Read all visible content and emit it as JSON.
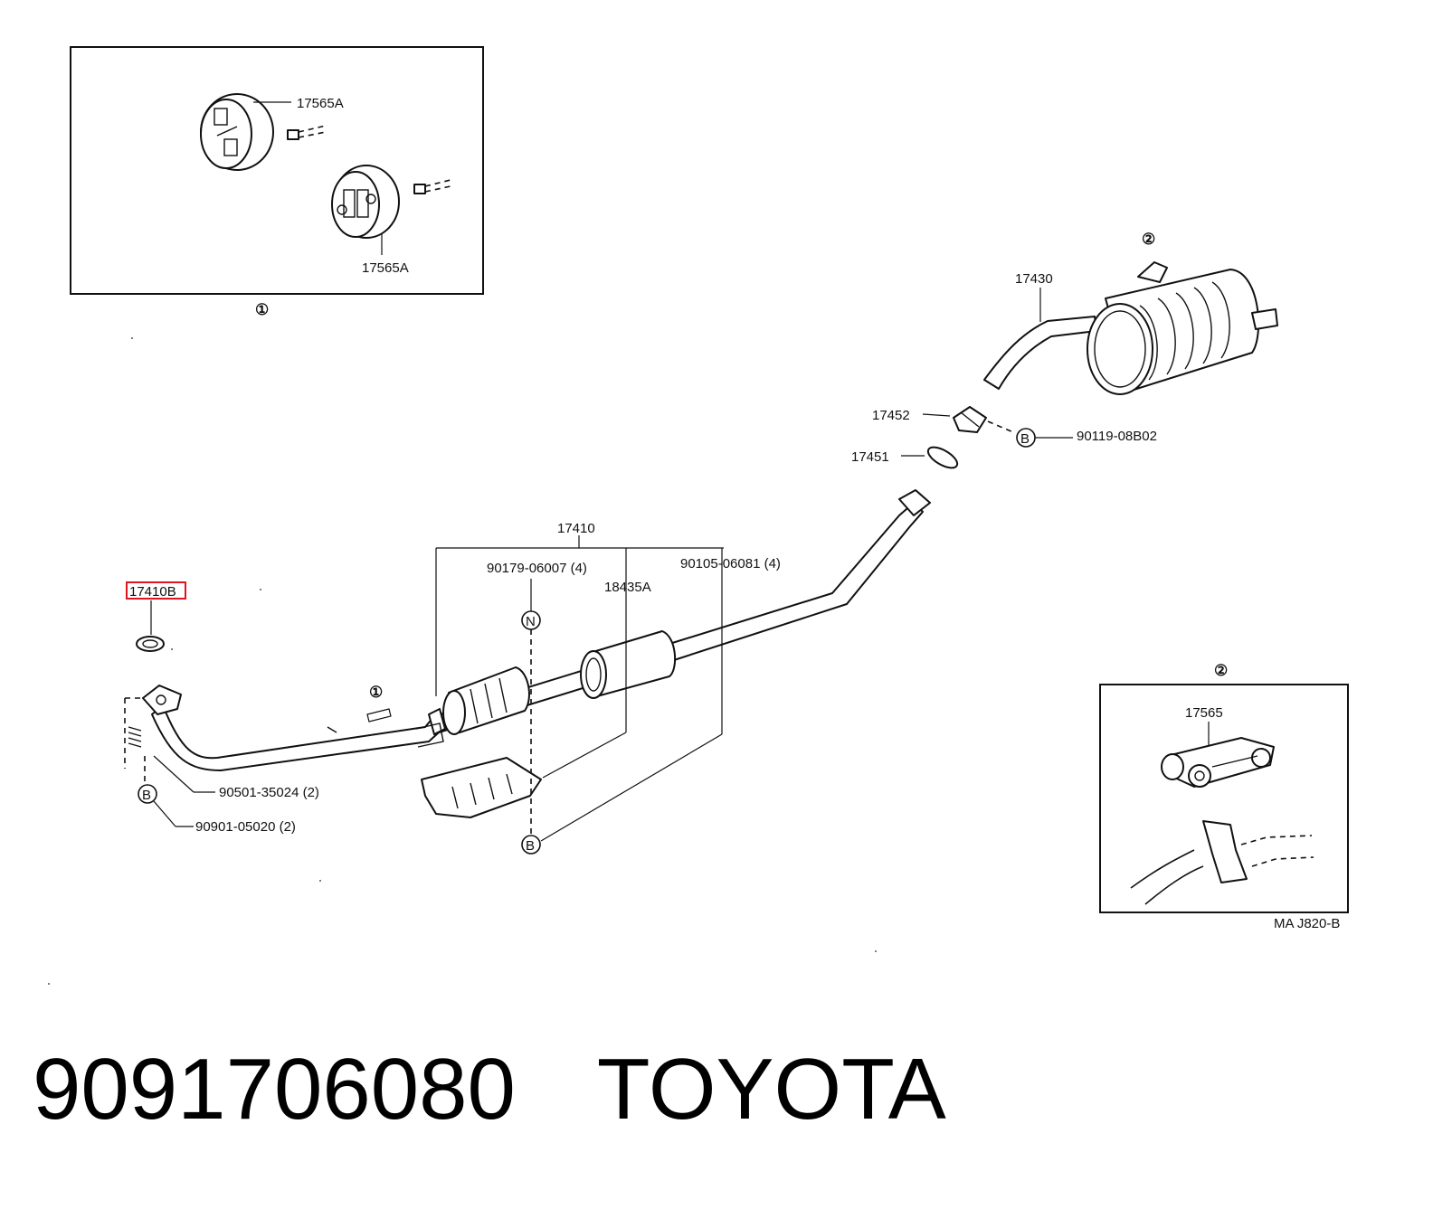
{
  "callouts": {
    "inset1_top": "17565A",
    "inset1_bottom": "17565A",
    "inset1_marker": "①",
    "tailpipe_marker": "②",
    "muffler": "17430",
    "cushion": "17452",
    "gasket_rear": "17451",
    "bolt_rear": "90119-08B02",
    "pipe_assy": "17410",
    "nut": "90179-06007 (4)",
    "insulator": "18435A",
    "bolt_mid": "90105-06081 (4)",
    "gasket_front": "17410B",
    "pipe_marker": "①",
    "spring": "90501-35024 (2)",
    "bolt_front": "90901-05020 (2)",
    "inset2_marker": "②",
    "hanger": "17565",
    "diagram_code": "MA J820-B"
  },
  "markers": {
    "B": "B",
    "N": "N"
  },
  "highlight_color": "#e0141e",
  "footer": {
    "part_number": "9091706080",
    "brand": "TOYOTA"
  }
}
